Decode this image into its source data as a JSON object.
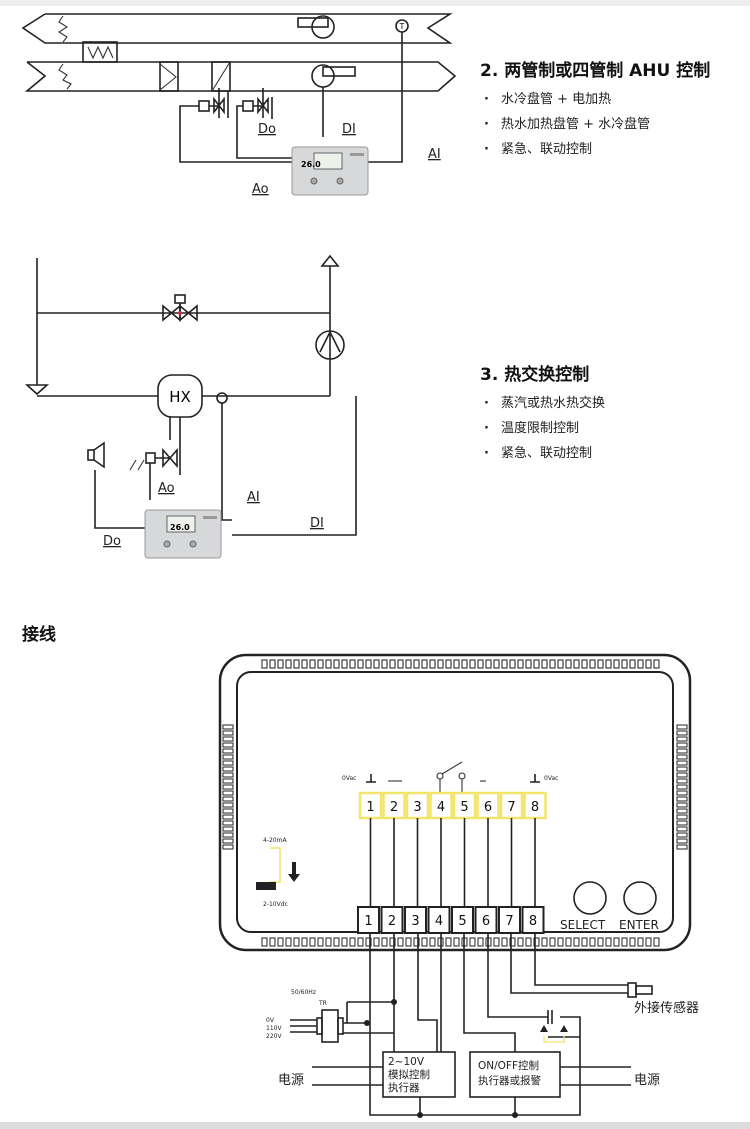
{
  "section2": {
    "title": "2. 两管制或四管制 AHU 控制",
    "bullets": [
      "水冷盘管 + 电加热",
      "热水加热盘管 + 水冷盘管",
      "紧急、联动控制"
    ],
    "labels": {
      "do": "Do",
      "di": "DI",
      "ai": "AI",
      "ao": "Ao",
      "sensor": "T"
    }
  },
  "section3": {
    "title": "3. 热交换控制",
    "bullets": [
      "蒸汽或热水热交换",
      "温度限制控制",
      "紧急、联动控制"
    ],
    "labels": {
      "hx": "HX",
      "ao": "Ao",
      "ai": "AI",
      "di": "DI",
      "do": "Do"
    }
  },
  "controller": {
    "display": "26.0"
  },
  "wiring": {
    "title": "接线",
    "terminals": [
      "1",
      "2",
      "3",
      "4",
      "5",
      "6",
      "7",
      "8"
    ],
    "top_labels": {
      "left_0vac": "0Vac",
      "right_0vac": "0Vac"
    },
    "jumper": {
      "top": "4-20mA",
      "bottom": "2-10Vdc"
    },
    "buttons": {
      "select": "SELECT",
      "enter": "ENTER"
    },
    "transformer": {
      "freq": "50/60Hz",
      "name": "TR",
      "v0": "0V",
      "v110": "110V",
      "v220": "220V"
    },
    "sensor_label": "外接传感器",
    "box_analog": {
      "line1": "2~10V",
      "line2": "模拟控制",
      "line3": "执行器"
    },
    "box_onoff": {
      "line1": "ON/OFF控制",
      "line2": "执行器或报警"
    },
    "power_left": "电源",
    "power_right": "电源",
    "accent_color": "#f3e46a"
  }
}
